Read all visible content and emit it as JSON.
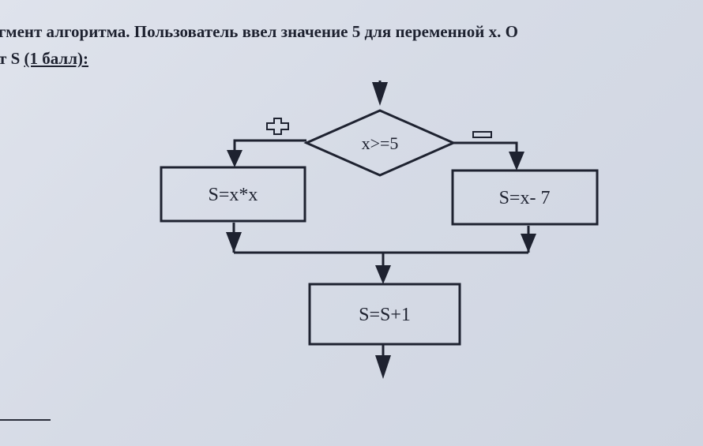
{
  "question": {
    "line1": "гмент алгоритма. Пользователь ввел значение 5 для переменной x. О",
    "line2_prefix": "т S ",
    "line2_underlined": "(1 балл):"
  },
  "flowchart": {
    "condition": "x>=5",
    "yes_branch": "S=x*x",
    "no_branch": "S=x- 7",
    "final_step": "S=S+1"
  },
  "colors": {
    "ink": "#1e2230",
    "paper": "#d9dee8"
  }
}
